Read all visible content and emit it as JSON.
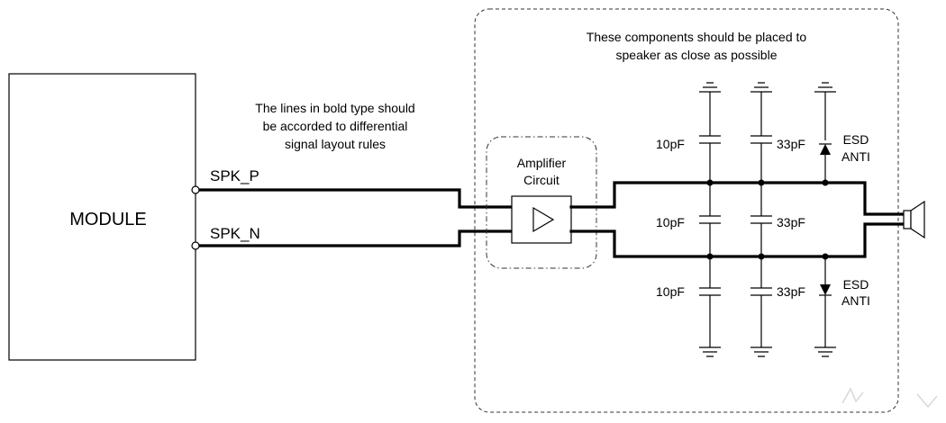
{
  "module": {
    "label": "MODULE"
  },
  "pins": {
    "spk_p": "SPK_P",
    "spk_n": "SPK_N"
  },
  "note_left": {
    "line1": "The lines in bold type should",
    "line2": "be accorded to differential",
    "line3": "signal layout rules"
  },
  "note_top": {
    "line1": "These components should be placed to",
    "line2": "speaker as close as possible"
  },
  "amplifier": {
    "line1": "Amplifier",
    "line2": "Circuit"
  },
  "capacitors": {
    "top_a": "10pF",
    "top_b": "33pF",
    "mid_a": "10pF",
    "mid_b": "33pF",
    "bot_a": "10pF",
    "bot_b": "33pF"
  },
  "esd_top": {
    "line1": "ESD",
    "line2": "ANTI"
  },
  "esd_bottom": {
    "line1": "ESD",
    "line2": "ANTI"
  }
}
